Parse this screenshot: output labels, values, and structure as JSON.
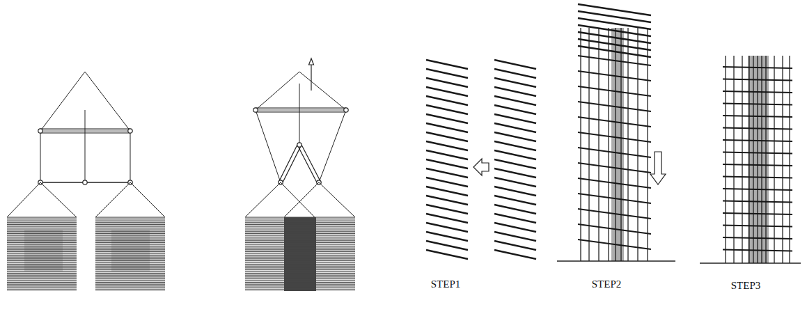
{
  "diagram": {
    "labels": [
      "STEP1",
      "STEP2",
      "STEP3"
    ]
  }
}
